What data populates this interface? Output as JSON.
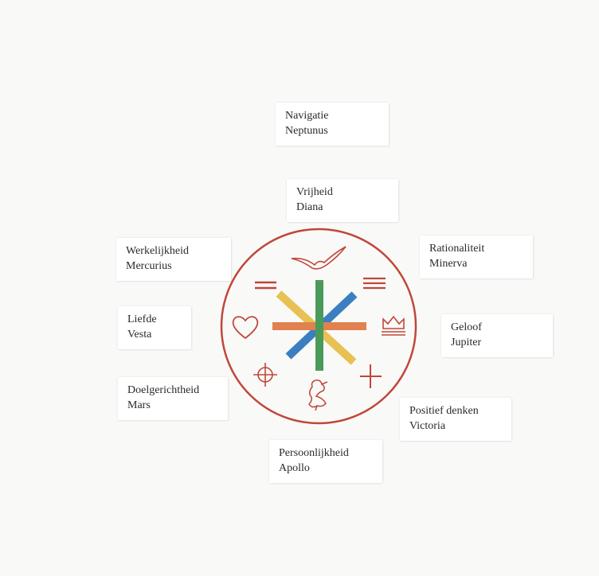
{
  "colors": {
    "ring": "#c0473a",
    "green": "#4a9a5a",
    "blue": "#3a7fbf",
    "yellow": "#e8c154",
    "orange": "#e0814f"
  },
  "symbols": [
    "bird-icon",
    "equals-left-icon",
    "triple-bar-icon",
    "heart-icon",
    "crown-icon",
    "crosshair-icon",
    "plus-icon",
    "lion-icon"
  ],
  "labels": [
    {
      "id": "neptunus",
      "quality": "Navigatie",
      "god": "Neptunus"
    },
    {
      "id": "diana",
      "quality": "Vrijheid",
      "god": "Diana"
    },
    {
      "id": "mercurius",
      "quality": "Werkelijkheid",
      "god": "Mercurius"
    },
    {
      "id": "minerva",
      "quality": "Rationaliteit",
      "god": "Minerva"
    },
    {
      "id": "vesta",
      "quality": "Liefde",
      "god": "Vesta"
    },
    {
      "id": "jupiter",
      "quality": "Geloof",
      "god": "Jupiter"
    },
    {
      "id": "mars",
      "quality": "Doelgerichtheid",
      "god": "Mars"
    },
    {
      "id": "victoria",
      "quality": "Positief denken",
      "god": "Victoria"
    },
    {
      "id": "apollo",
      "quality": "Persoonlijkheid",
      "god": "Apollo"
    }
  ]
}
